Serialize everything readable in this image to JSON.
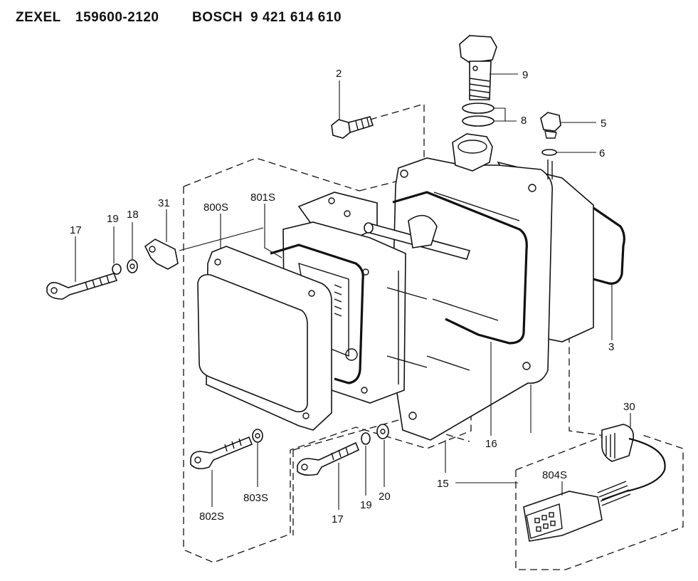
{
  "header": {
    "brand_zexel": "ZEXEL",
    "zexel_number": "159600-2120",
    "brand_bosch": "BOSCH",
    "bosch_number": "9 421 614 610"
  },
  "callouts": {
    "p2": "2",
    "p3": "3",
    "p5": "5",
    "p6": "6",
    "p8": "8",
    "p9": "9",
    "p15": "15",
    "p16": "16",
    "p17_left": "17",
    "p17_bottom": "17",
    "p18": "18",
    "p19_left": "19",
    "p19_bottom": "19",
    "p20": "20",
    "p30": "30",
    "p31": "31",
    "p800s": "800S",
    "p801s": "801S",
    "p802s": "802S",
    "p803s": "803S",
    "p804s": "804S"
  },
  "colors": {
    "ink": "#111111",
    "paper": "#ffffff"
  }
}
